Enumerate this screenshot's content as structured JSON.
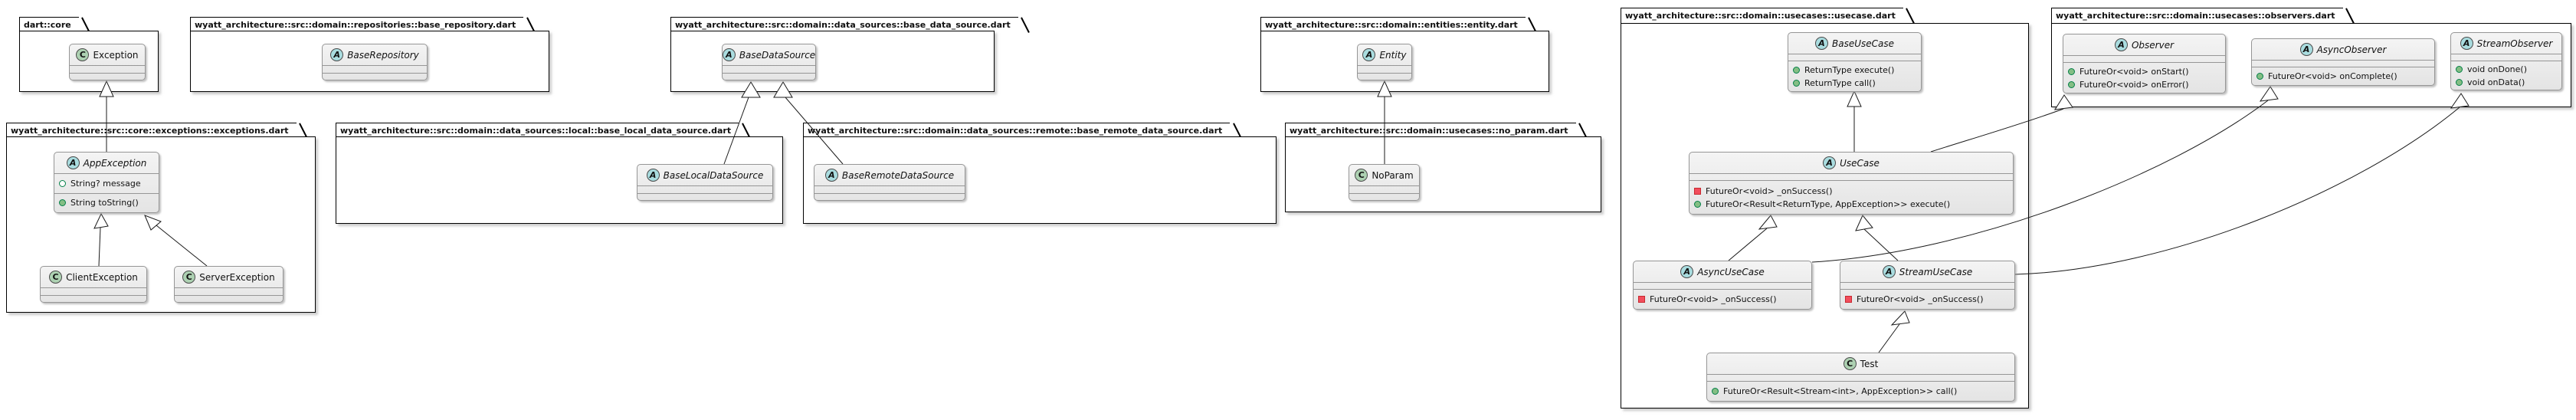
{
  "packages": [
    {
      "title": "dart::core",
      "classes": [
        {
          "spot": "C",
          "name": "Exception",
          "abstract": false
        }
      ]
    },
    {
      "title": "wyatt_architecture::src::domain::repositories::base_repository.dart",
      "classes": [
        {
          "spot": "A",
          "name": "BaseRepository",
          "abstract": true
        }
      ]
    },
    {
      "title": "wyatt_architecture::src::domain::data_sources::base_data_source.dart",
      "classes": [
        {
          "spot": "A",
          "name": "BaseDataSource",
          "abstract": true
        }
      ]
    },
    {
      "title": "wyatt_architecture::src::domain::entities::entity.dart",
      "classes": [
        {
          "spot": "A",
          "name": "Entity",
          "abstract": true
        }
      ]
    },
    {
      "title": "wyatt_architecture::src::core::exceptions::exceptions.dart",
      "classes": [
        {
          "spot": "A",
          "name": "AppException",
          "abstract": true,
          "fields": [
            "String? message"
          ],
          "methods": [
            "String toString()"
          ]
        },
        {
          "spot": "C",
          "name": "ClientException",
          "abstract": false
        },
        {
          "spot": "C",
          "name": "ServerException",
          "abstract": false
        }
      ]
    },
    {
      "title": "wyatt_architecture::src::domain::data_sources::local::base_local_data_source.dart",
      "classes": [
        {
          "spot": "A",
          "name": "BaseLocalDataSource",
          "abstract": true
        }
      ]
    },
    {
      "title": "wyatt_architecture::src::domain::data_sources::remote::base_remote_data_source.dart",
      "classes": [
        {
          "spot": "A",
          "name": "BaseRemoteDataSource",
          "abstract": true
        }
      ]
    },
    {
      "title": "wyatt_architecture::src::domain::usecases::no_param.dart",
      "classes": [
        {
          "spot": "C",
          "name": "NoParam",
          "abstract": false
        }
      ]
    },
    {
      "title": "wyatt_architecture::src::domain::usecases::usecase.dart",
      "classes": [
        {
          "spot": "A",
          "name": "BaseUseCase",
          "abstract": true,
          "methods": [
            "ReturnType execute()",
            "ReturnType call()"
          ]
        },
        {
          "spot": "A",
          "name": "UseCase",
          "abstract": true,
          "methods": [
            "FutureOr<void> _onSuccess()",
            "FutureOr<Result<ReturnType, AppException>> execute()"
          ]
        },
        {
          "spot": "A",
          "name": "AsyncUseCase",
          "abstract": true,
          "methods": [
            "FutureOr<void> _onSuccess()"
          ]
        },
        {
          "spot": "A",
          "name": "StreamUseCase",
          "abstract": true,
          "methods": [
            "FutureOr<void> _onSuccess()"
          ]
        },
        {
          "spot": "C",
          "name": "Test",
          "abstract": false,
          "methods": [
            "FutureOr<Result<Stream<int>, AppException>> call()"
          ]
        }
      ]
    },
    {
      "title": "wyatt_architecture::src::domain::usecases::observers.dart",
      "classes": [
        {
          "spot": "A",
          "name": "Observer",
          "abstract": true,
          "methods": [
            "FutureOr<void> onStart()",
            "FutureOr<void> onError()"
          ]
        },
        {
          "spot": "A",
          "name": "AsyncObserver",
          "abstract": true,
          "methods": [
            "FutureOr<void> onComplete()"
          ]
        },
        {
          "spot": "A",
          "name": "StreamObserver",
          "abstract": true,
          "methods": [
            "void onDone()",
            "void onData()"
          ]
        }
      ]
    }
  ],
  "relations": [
    "AppException --|> Exception",
    "ClientException --|> AppException",
    "ServerException --|> AppException",
    "NoParam --|> Entity",
    "BaseLocalDataSource --|> BaseDataSource",
    "BaseRemoteDataSource --|> BaseDataSource",
    "UseCase --|> BaseUseCase",
    "AsyncUseCase --|> UseCase",
    "StreamUseCase --|> UseCase",
    "Test --|> StreamUseCase",
    "UseCase --|> Observer",
    "AsyncUseCase --|> AsyncObserver",
    "StreamUseCase --|> StreamObserver"
  ],
  "colors": {
    "abstract_spot": "#A9DCDF",
    "class_spot": "#ADD1B2",
    "public_member": "#84BE84",
    "public_member_border": "#038048",
    "private_member": "#F24D5C",
    "private_member_border": "#C82930",
    "class_fill": "#efefef",
    "class_border": "#969696",
    "package_border": "#000000"
  }
}
